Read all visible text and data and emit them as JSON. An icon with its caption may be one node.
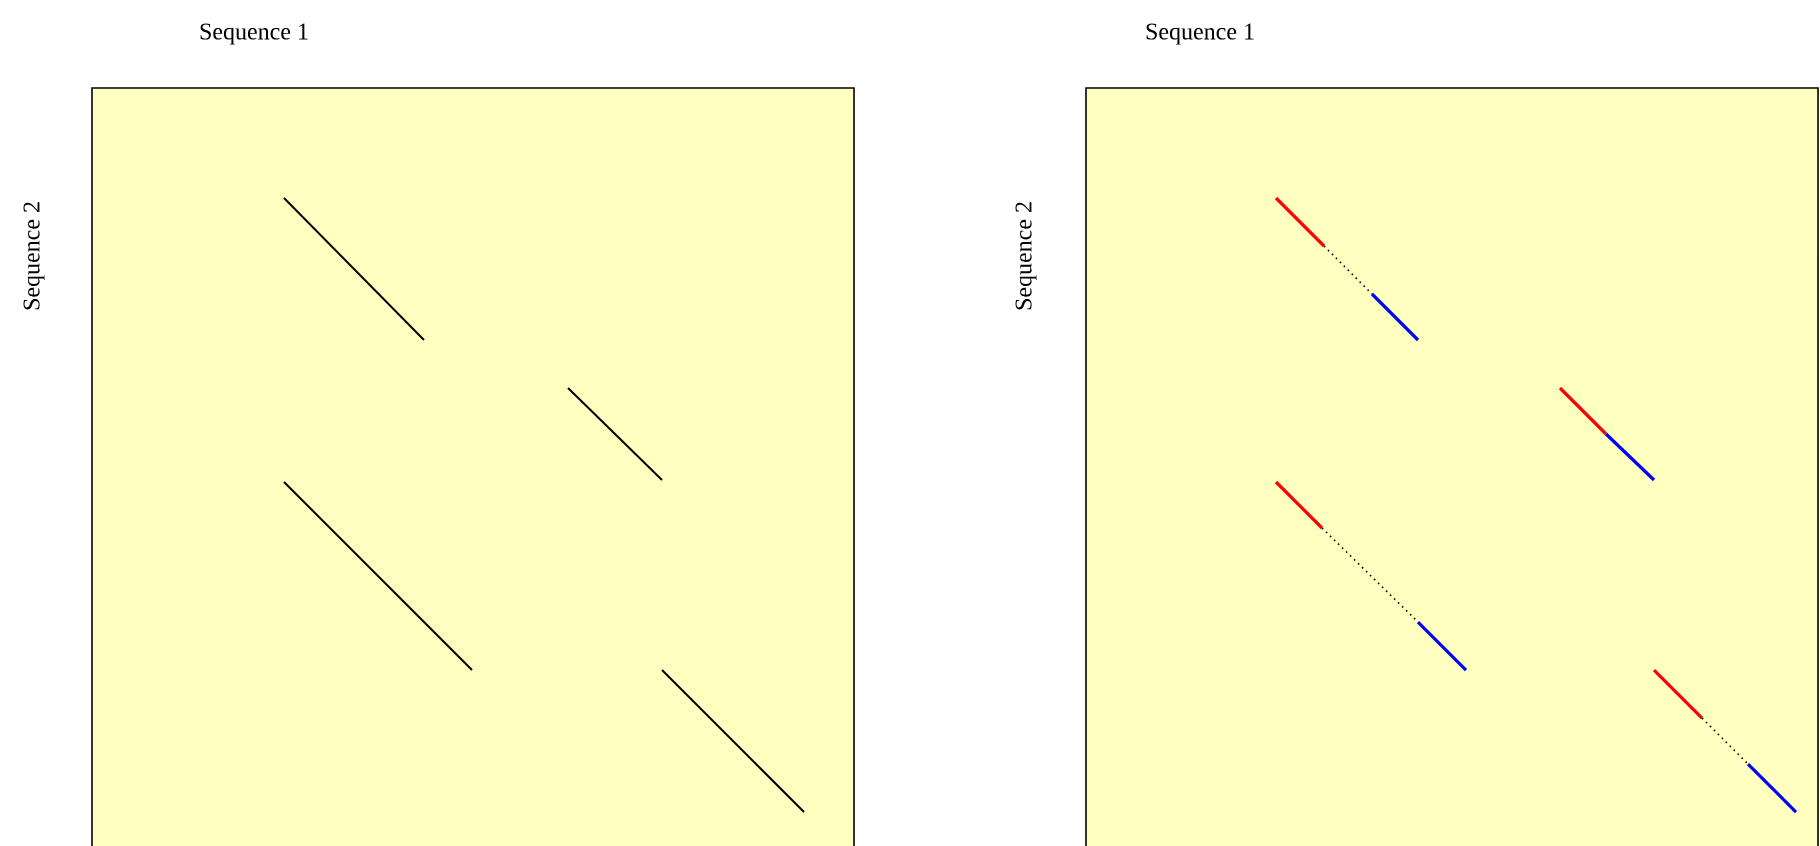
{
  "diagram": {
    "labels": [
      "Sequence 1",
      "Sequence 2",
      "Sequence 1",
      "Sequence 2"
    ]
  }
}
